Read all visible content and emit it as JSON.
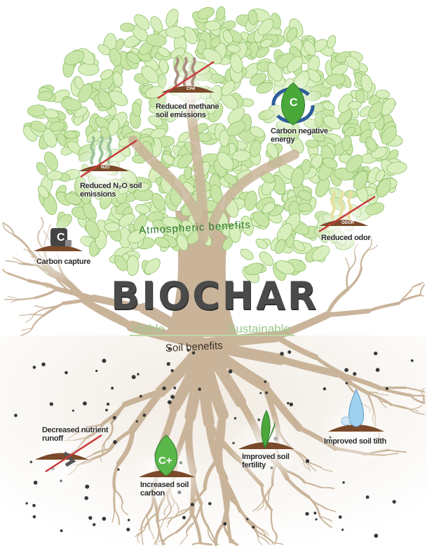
{
  "title": "BIOCHAR",
  "taglines": {
    "left": "Viable",
    "right": "Sustainable"
  },
  "sections": {
    "atmospheric": "Atmospheric benefits",
    "soil": "Soil benefits"
  },
  "atmospheric_benefits": [
    {
      "icon": "methane-crossed-icon",
      "line1": "Reduced methane",
      "line2": "soil emissions",
      "badge": "CH4"
    },
    {
      "icon": "carbon-negative-leaf-icon",
      "line1": "Carbon negative",
      "line2": "energy",
      "badge": "C"
    },
    {
      "icon": "n2o-crossed-icon",
      "line1": "Reduced N₂O soil",
      "line2": "emissions",
      "badge": "N2O"
    },
    {
      "icon": "odor-crossed-icon",
      "line1": "Reduced odor",
      "line2": "",
      "badge": "ODOR"
    },
    {
      "icon": "carbon-lock-icon",
      "line1": "Carbon capture",
      "line2": "",
      "badge": "C"
    }
  ],
  "soil_benefits": [
    {
      "icon": "runoff-crossed-icon",
      "line1": "Decreased nutrient",
      "line2": "runoff"
    },
    {
      "icon": "carbon-plus-leaf-icon",
      "line1": "Increased soil",
      "line2": "carbon",
      "badge": "C+"
    },
    {
      "icon": "sprout-icon",
      "line1": "Improved soil",
      "line2": "fertility"
    },
    {
      "icon": "water-drop-icon",
      "line1": "Improved soil tilth",
      "line2": ""
    }
  ],
  "colors": {
    "leaf": "#c9e6a8",
    "leaf_edge": "#8fbf6a",
    "wood": "#c9b49a",
    "soil": "#7a4a2a",
    "cross": "#c83a3a",
    "title": "#4a4a4a"
  }
}
